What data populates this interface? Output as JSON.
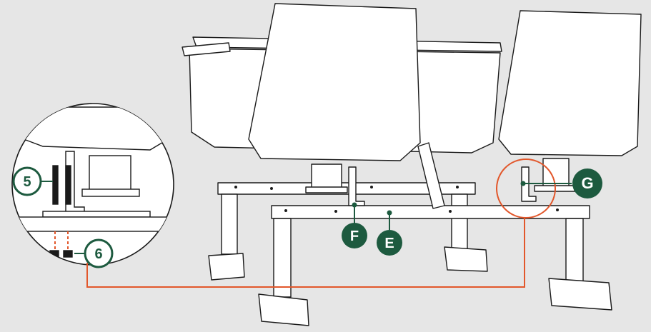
{
  "colors": {
    "background": "#e6e6e6",
    "line_art": "#1a1a1a",
    "callout_orange": "#e2572b",
    "callout_green": "#1d5a3f",
    "callout_text_light": "#ffffff",
    "callout_text_dark": "#1d5a3f",
    "part_fill": "#ffffff"
  },
  "callouts": {
    "five": "5",
    "six": "6",
    "e": "E",
    "f": "F",
    "g": "G"
  }
}
